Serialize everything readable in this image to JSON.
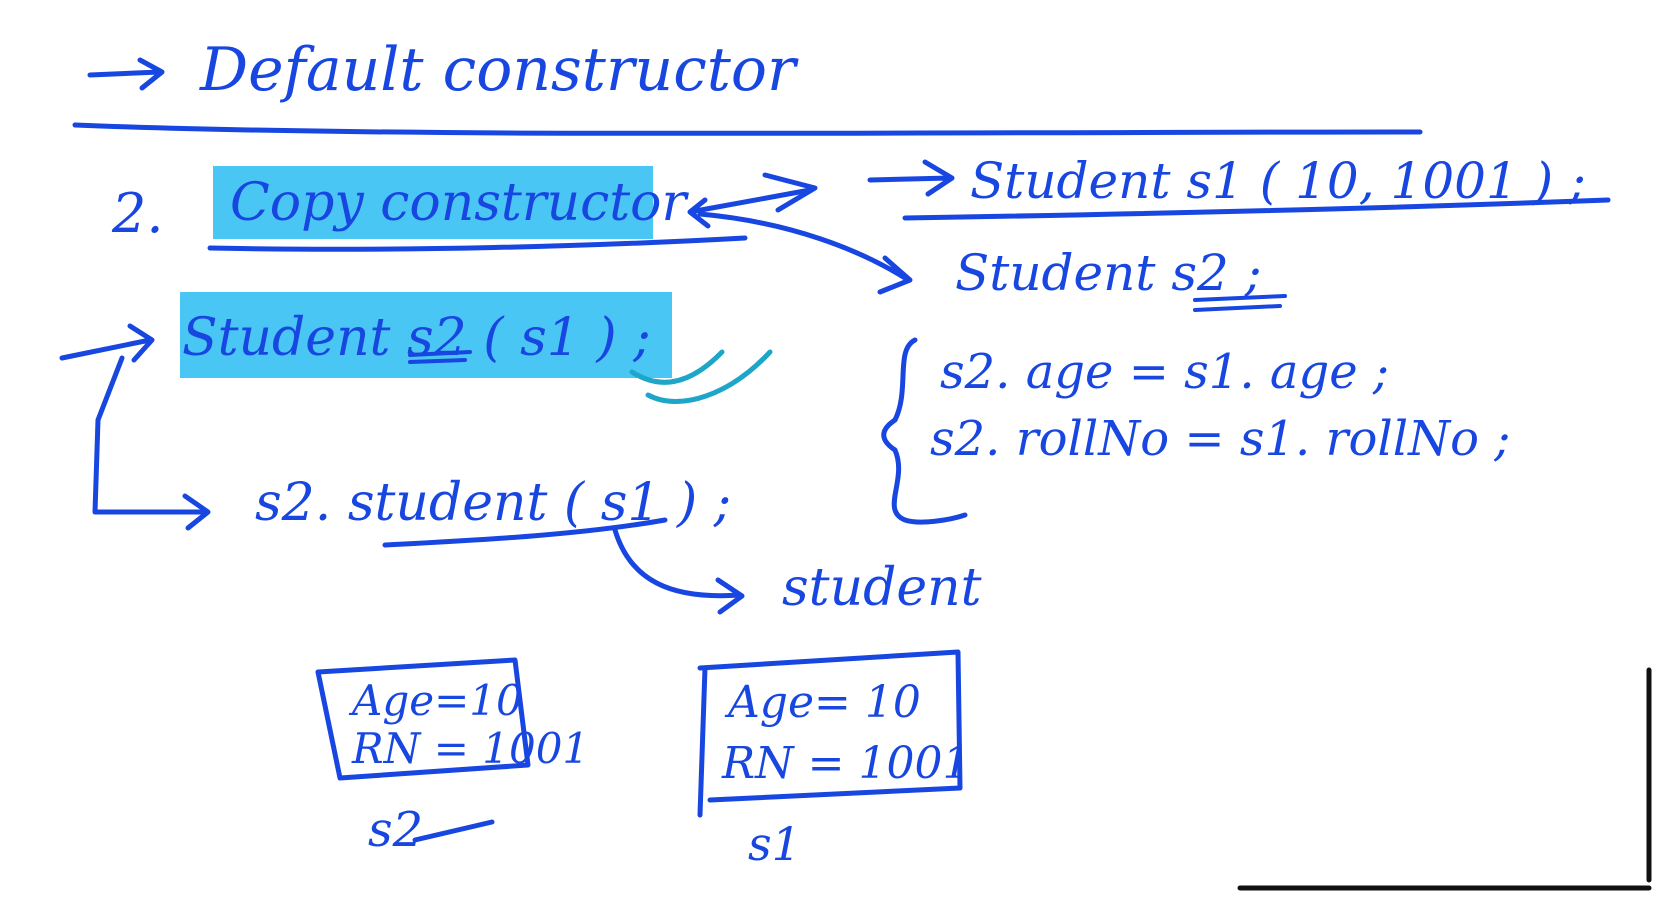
{
  "board": {
    "heading": "Default constructor",
    "item_number": "2.",
    "copy_title": "Copy constructor",
    "stmt_init": "Student s1 ( 10, 1001 ) ;",
    "stmt_decl": "Student s2 ;",
    "stmt_copy": "Student s2 ( s1 ) ;",
    "stmt_call": "s2. student ( s1 ) ;",
    "assign_age": "s2. age = s1. age ;",
    "assign_roll": "s2. rollNo = s1. rollNo ;",
    "type_label": "student",
    "box_s2": {
      "age": "Age=10",
      "rn": "RN = 1001",
      "label": "s2"
    },
    "box_s1": {
      "age": "Age= 10",
      "rn": "RN = 1001",
      "label": "s1"
    }
  },
  "colors": {
    "ink": "#1846e0",
    "highlight": "#4ac6f4",
    "check": "#1ea6c8"
  }
}
